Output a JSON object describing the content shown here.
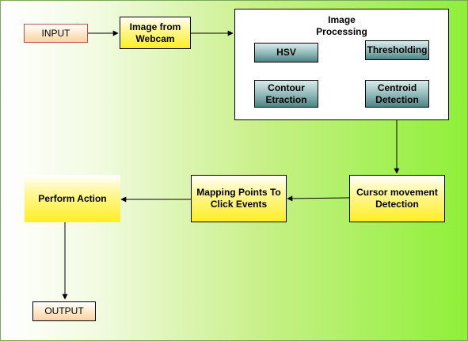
{
  "nodes": {
    "input": "INPUT",
    "webcam": "Image from\nWebcam",
    "processing_title": "Image\nProcessing",
    "hsv": "HSV",
    "thresholding": "Thresholding",
    "contour": "Contour\nEtraction",
    "centroid": "Centroid\nDetection",
    "cursor": "Cursor movement\nDetection",
    "mapping": "Mapping Points To\nClick Events",
    "action": "Perform Action",
    "output": "OUTPUT"
  },
  "colors": {
    "node_fill": "#ffee22",
    "io_fill": "#f9d3a4",
    "sub_step_fill": "#4b8585",
    "background_gradient_end": "#8ff037"
  }
}
